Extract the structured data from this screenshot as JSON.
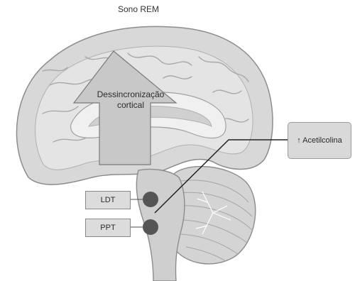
{
  "title": "Sono REM",
  "labels": {
    "arrow_text_line1": "Dessincronização",
    "arrow_text_line2": "cortical",
    "ldt": "LDT",
    "ppt": "PPT",
    "acetylcholine": "↑ Acetilcolina"
  },
  "colors": {
    "cortex_fill": "#d8d8d8",
    "sulci": "#a8a8a8",
    "arrow_fill": "#c8c8c8",
    "nucleus_dot": "#555555",
    "pointer_line": "#222222"
  }
}
